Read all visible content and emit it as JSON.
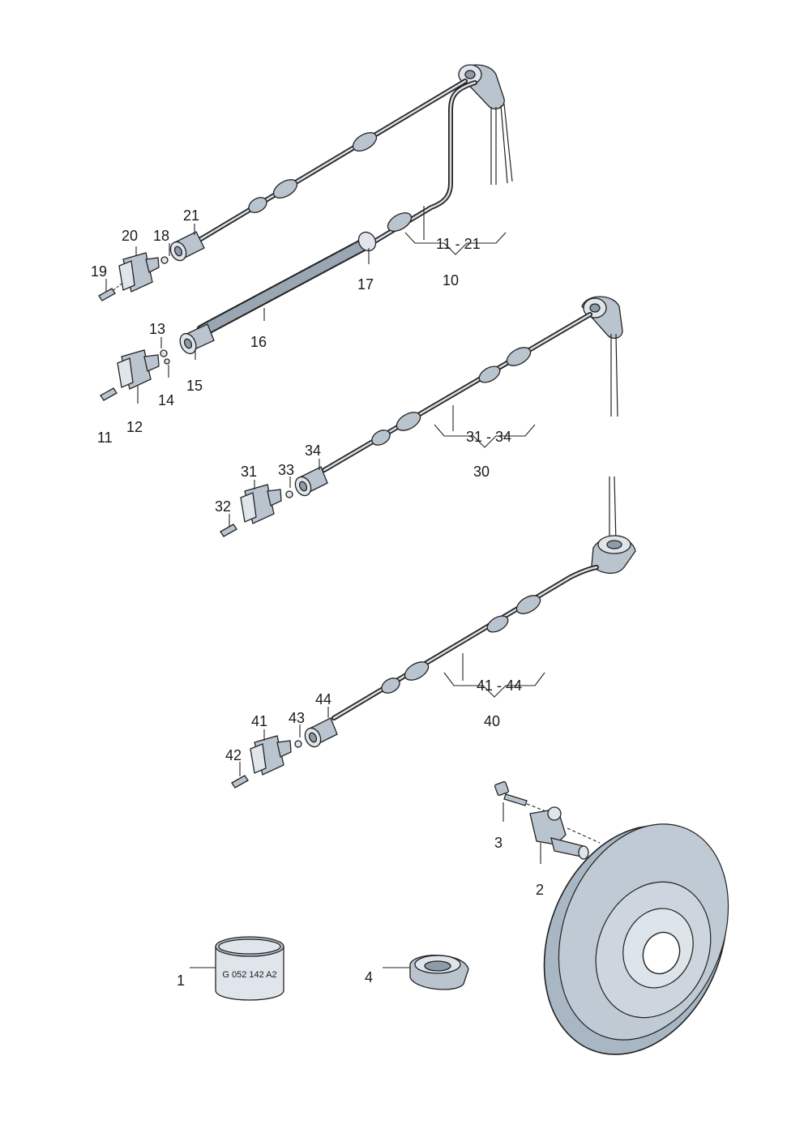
{
  "labels": {
    "l1": "1",
    "l2": "2",
    "l3": "3",
    "l4": "4",
    "l10": "10",
    "l11": "11",
    "l11_21": "11 - 21",
    "l12": "12",
    "l13": "13",
    "l14": "14",
    "l15": "15",
    "l16": "16",
    "l17": "17",
    "l18": "18",
    "l19": "19",
    "l20": "20",
    "l21": "21",
    "l30": "30",
    "l31": "31",
    "l31_34": "31 - 34",
    "l32": "32",
    "l33": "33",
    "l34": "34",
    "l40": "40",
    "l41": "41",
    "l41_44": "41 - 44",
    "l42": "42",
    "l43": "43",
    "l44": "44"
  },
  "part1_marking": "G 052 142 A2",
  "colors": {
    "metal": "#b9c4cf",
    "metal_dark": "#8e9caa",
    "metal_light": "#dfe5eb",
    "line": "#222222"
  }
}
